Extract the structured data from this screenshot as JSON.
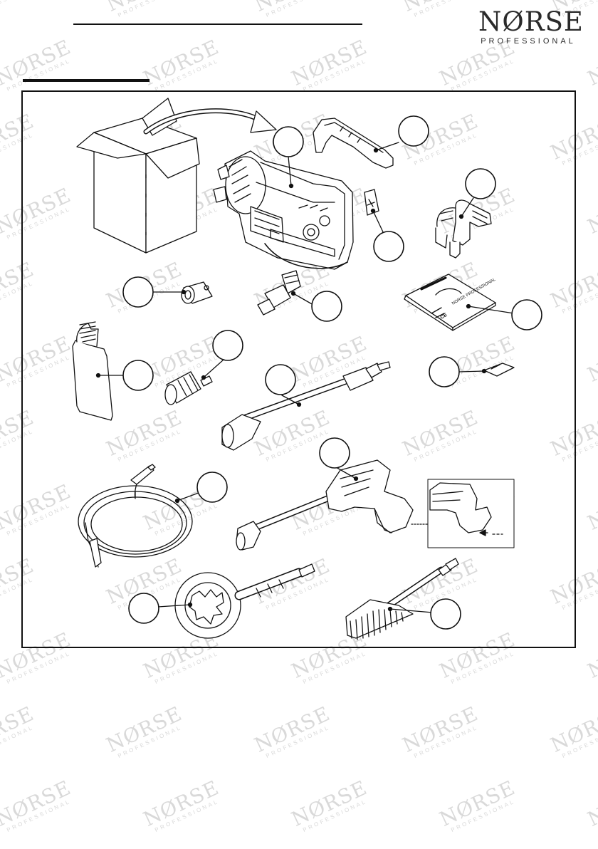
{
  "logo": {
    "brand": "NØRSE",
    "sub": "PROFESSIONAL"
  },
  "watermark": {
    "brand": "NØRSE",
    "sub": "PROFESSIONAL"
  },
  "manual": {
    "cover_title": "NORSE PROFESSIONAL",
    "ce_mark": "CE"
  },
  "icons": [
    "box-icon",
    "arrow-icon",
    "pressure-washer-body-icon",
    "handle-icon",
    "hose-connector-icon",
    "screw-bag-icon",
    "adapter-icon",
    "garden-hose-adapter-icon",
    "manual-icon",
    "detergent-bottle-icon",
    "nozzle-icon",
    "lance-icon",
    "cleaning-needle-icon",
    "high-pressure-hose-icon",
    "spray-gun-icon",
    "rotary-brush-icon",
    "wash-brush-icon"
  ],
  "colors": {
    "ink": "#111111",
    "watermark": "#d9d9d9"
  }
}
